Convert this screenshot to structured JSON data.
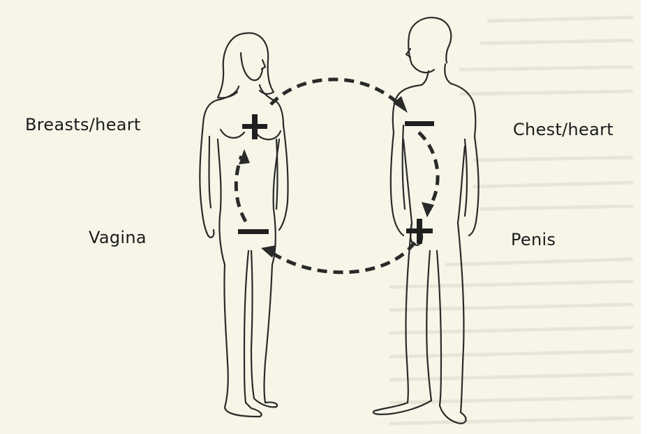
{
  "labels": {
    "breasts_heart": "Breasts/heart",
    "vagina": "Vagina",
    "chest_heart": "Chest/heart",
    "penis": "Penis"
  },
  "polarity": {
    "female_upper": "+",
    "female_lower": "−",
    "male_upper": "−",
    "male_lower": "+"
  },
  "colors": {
    "paper": "#f6f5e8",
    "ink": "#1c1c1c",
    "figure_line": "#2a2a2a",
    "bleed_text": "#d6d3c4"
  },
  "icons": [
    "female-figure",
    "male-figure",
    "energy-circuit-arrows",
    "plus-sign",
    "minus-sign"
  ]
}
